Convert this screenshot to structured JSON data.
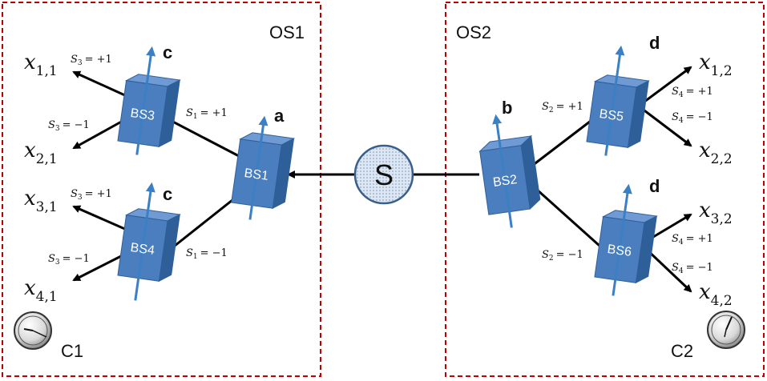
{
  "regions": [
    {
      "id": "os1",
      "label": "OS1"
    },
    {
      "id": "os2",
      "label": "OS2"
    }
  ],
  "clocks": [
    {
      "id": "c1",
      "label": "C1"
    },
    {
      "id": "c2",
      "label": "C2"
    }
  ],
  "source": {
    "label": "S"
  },
  "splitters": [
    {
      "id": "bs1",
      "label": "BS1"
    },
    {
      "id": "bs2",
      "label": "BS2"
    },
    {
      "id": "bs3",
      "label": "BS3"
    },
    {
      "id": "bs4",
      "label": "BS4"
    },
    {
      "id": "bs5",
      "label": "BS5"
    },
    {
      "id": "bs6",
      "label": "BS6"
    }
  ],
  "axes": {
    "a": "a",
    "b": "b",
    "c_top": "c",
    "c_bottom": "c",
    "d_top": "d",
    "d_bottom": "d"
  },
  "spins": {
    "s1_plus": {
      "var": "S",
      "sub": "1",
      "val": "= +1"
    },
    "s1_minus": {
      "var": "S",
      "sub": "1",
      "val": "= −1"
    },
    "s2_plus": {
      "var": "S",
      "sub": "2",
      "val": "= +1"
    },
    "s2_minus": {
      "var": "S",
      "sub": "2",
      "val": "= −1"
    },
    "s3_plus_a": {
      "var": "S",
      "sub": "3",
      "val": "= +1"
    },
    "s3_minus_a": {
      "var": "S",
      "sub": "3",
      "val": "= −1"
    },
    "s3_plus_b": {
      "var": "S",
      "sub": "3",
      "val": "= +1"
    },
    "s3_minus_b": {
      "var": "S",
      "sub": "3",
      "val": "= −1"
    },
    "s4_plus_a": {
      "var": "S",
      "sub": "4",
      "val": "= +1"
    },
    "s4_minus_a": {
      "var": "S",
      "sub": "4",
      "val": "= −1"
    },
    "s4_plus_b": {
      "var": "S",
      "sub": "4",
      "val": "= +1"
    },
    "s4_minus_b": {
      "var": "S",
      "sub": "4",
      "val": "= −1"
    }
  },
  "outputs": {
    "x11": {
      "var": "x",
      "sub": "1,1"
    },
    "x21": {
      "var": "x",
      "sub": "2,1"
    },
    "x31": {
      "var": "x",
      "sub": "3,1"
    },
    "x41": {
      "var": "x",
      "sub": "4,1"
    },
    "x12": {
      "var": "x",
      "sub": "1,2"
    },
    "x22": {
      "var": "x",
      "sub": "2,2"
    },
    "x32": {
      "var": "x",
      "sub": "3,2"
    },
    "x42": {
      "var": "x",
      "sub": "4,2"
    }
  },
  "colors": {
    "region_border": "#c00000",
    "splitter_front": "#4a7ebf",
    "splitter_side": "#2f5f99",
    "splitter_top": "#6f9ad3",
    "axis_arrow": "#3b7fc4",
    "source_fill": "#dce7f3",
    "source_border": "#3a5f8a",
    "beam": "#000000"
  }
}
